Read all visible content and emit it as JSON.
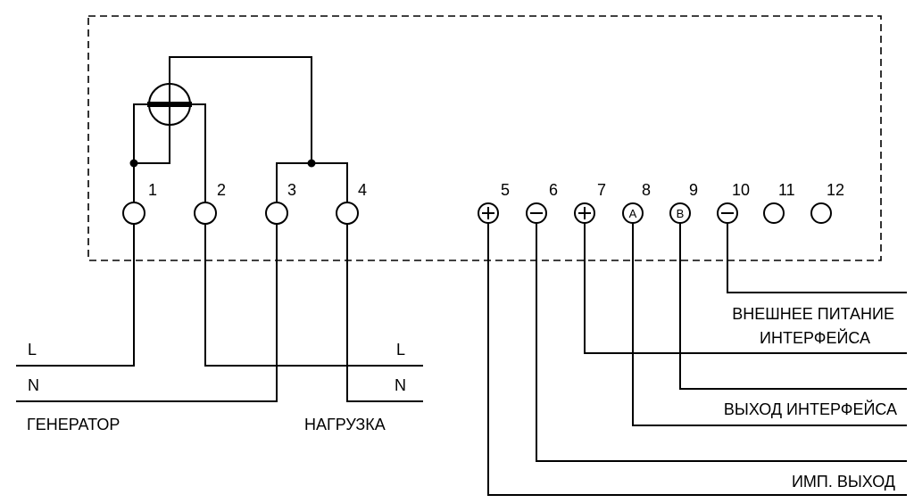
{
  "terminals": [
    "1",
    "2",
    "3",
    "4",
    "5",
    "6",
    "7",
    "8",
    "9",
    "10",
    "11",
    "12"
  ],
  "terminal_symbols": {
    "a": "A",
    "b": "B"
  },
  "line_labels": {
    "left_l": "L",
    "left_n": "N",
    "right_l": "L",
    "right_n": "N"
  },
  "labels": {
    "generator": "ГЕНЕРАТОР",
    "load": "НАГРУЗКА",
    "ext_power_1": "ВНЕШНЕЕ ПИТАНИЕ",
    "ext_power_2": "ИНТЕРФЕЙСА",
    "interface_out": "ВЫХОД ИНТЕРФЕЙСА",
    "pulse_out": "ИМП. ВЫХОД"
  }
}
